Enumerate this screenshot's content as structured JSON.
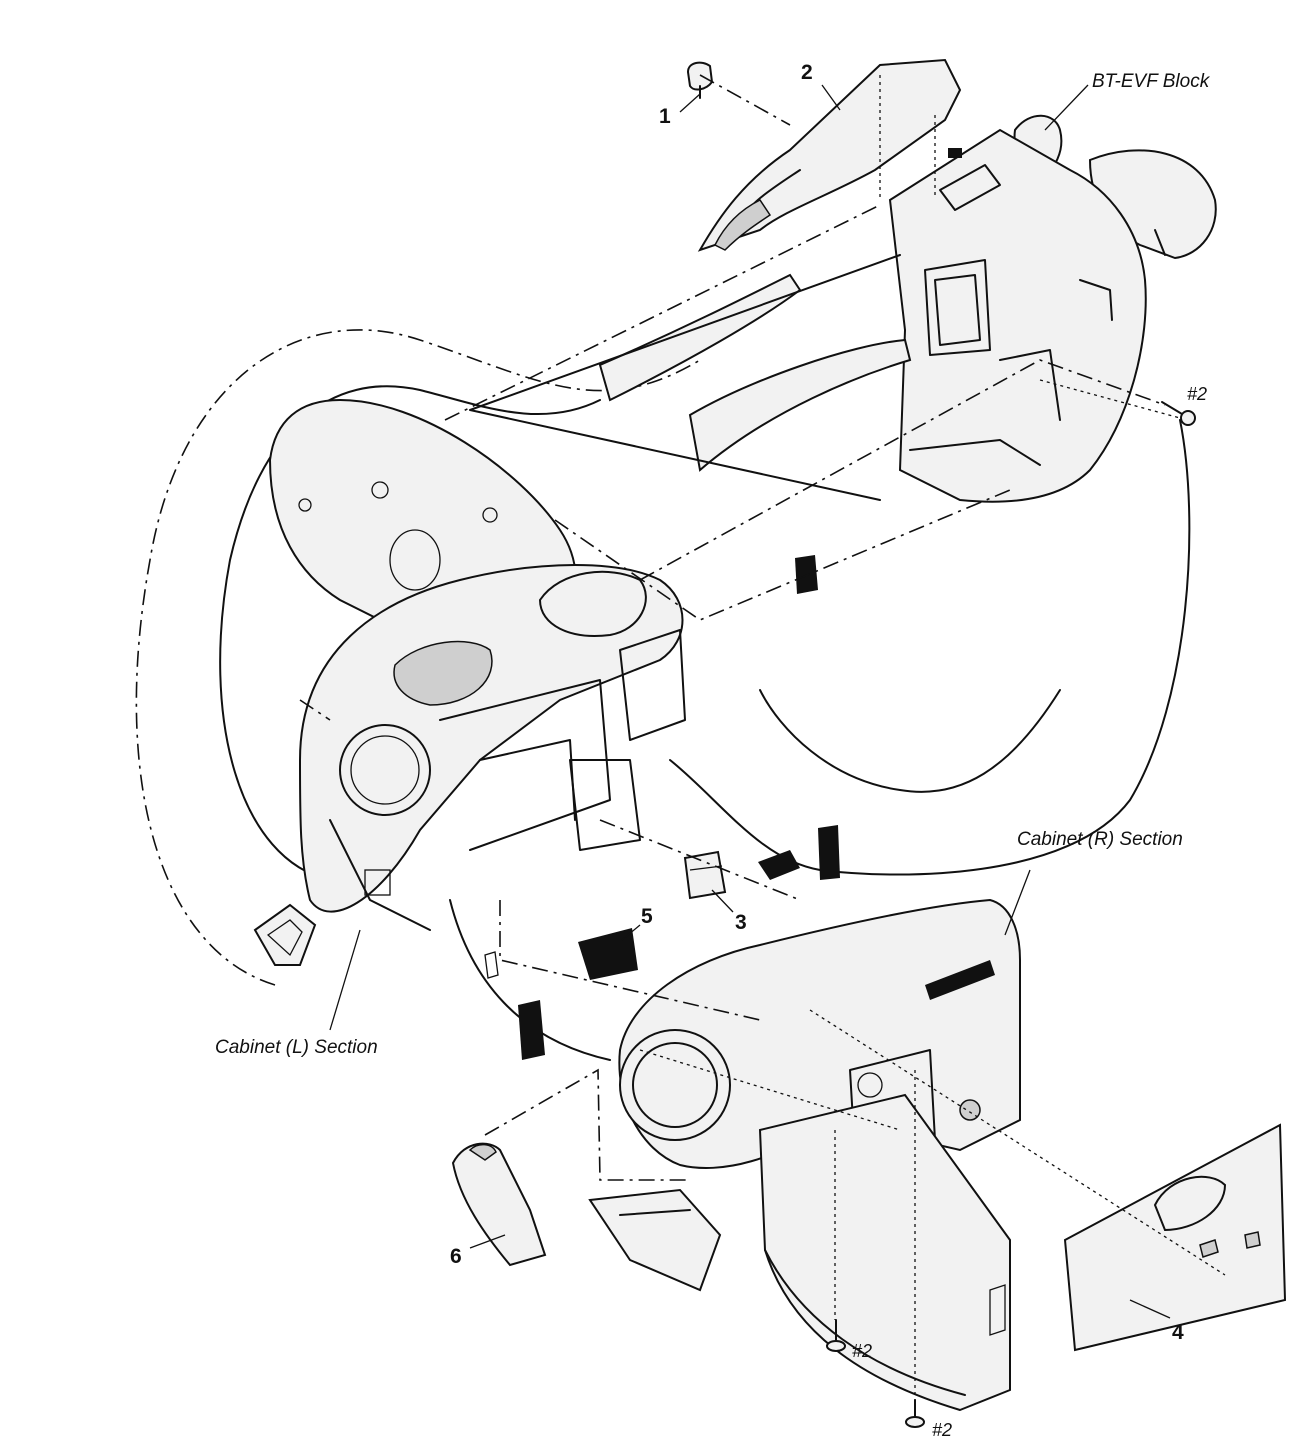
{
  "callouts": [
    {
      "id": "part-1",
      "text": "1"
    },
    {
      "id": "part-2",
      "text": "2"
    },
    {
      "id": "part-3",
      "text": "3"
    },
    {
      "id": "part-4",
      "text": "4"
    },
    {
      "id": "part-5",
      "text": "5"
    },
    {
      "id": "part-6",
      "text": "6"
    }
  ],
  "sections": {
    "bt_evf": "BT-EVF Block",
    "cabinet_r": "Cabinet (R) Section",
    "cabinet_l": "Cabinet (L) Section"
  },
  "screws": {
    "top_right": "#2",
    "bottom_left": "#2",
    "bottom_right": "#2"
  }
}
